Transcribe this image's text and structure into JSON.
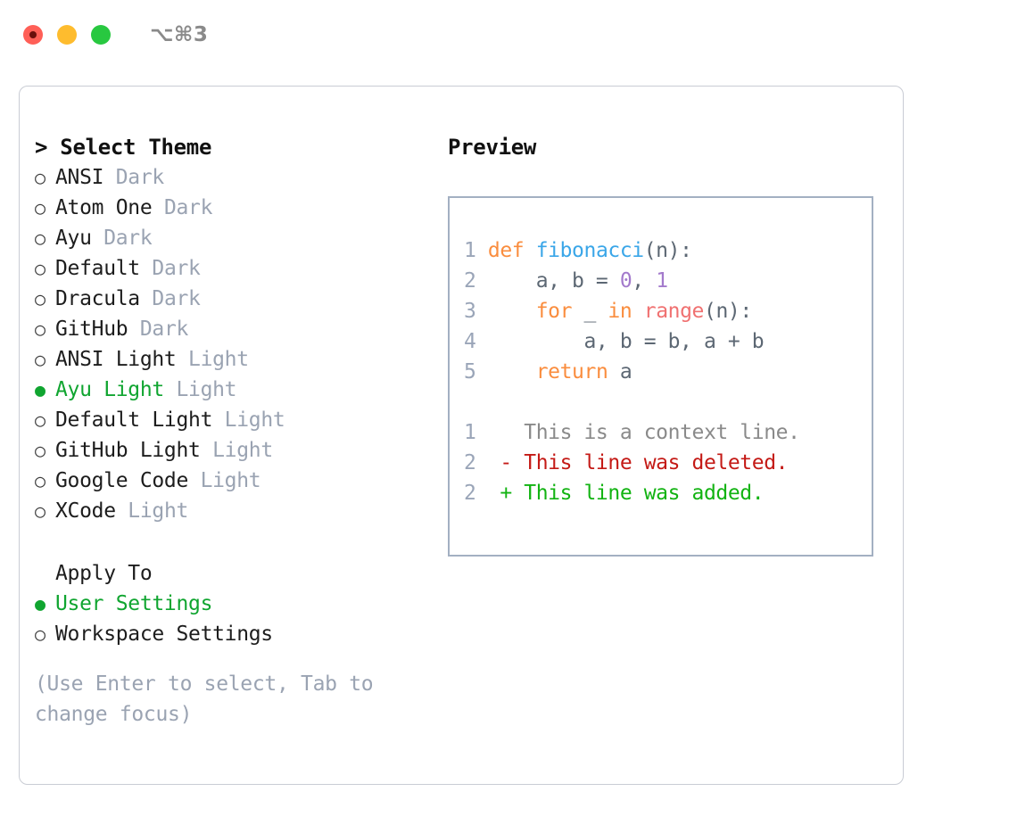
{
  "titlebar": {
    "shortcut": "⌥⌘3",
    "buttons": [
      {
        "name": "close",
        "color": "#ff5f57"
      },
      {
        "name": "minimize",
        "color": "#febc2e"
      },
      {
        "name": "zoom",
        "color": "#28c840"
      }
    ]
  },
  "theme_picker": {
    "header": "> Select Theme",
    "selected_theme": "Ayu Light",
    "accent_color": "#10a530",
    "badge_color": "#9aa3b2",
    "themes": [
      {
        "marker": "○",
        "label": "ANSI",
        "badge": "Dark",
        "selected": false
      },
      {
        "marker": "○",
        "label": "Atom One",
        "badge": "Dark",
        "selected": false
      },
      {
        "marker": "○",
        "label": "Ayu",
        "badge": "Dark",
        "selected": false
      },
      {
        "marker": "○",
        "label": "Default",
        "badge": "Dark",
        "selected": false
      },
      {
        "marker": "○",
        "label": "Dracula",
        "badge": "Dark",
        "selected": false
      },
      {
        "marker": "○",
        "label": "GitHub",
        "badge": "Dark",
        "selected": false
      },
      {
        "marker": "○",
        "label": "ANSI Light",
        "badge": "Light",
        "selected": false
      },
      {
        "marker": "●",
        "label": "Ayu Light",
        "badge": "Light",
        "selected": true
      },
      {
        "marker": "○",
        "label": "Default Light",
        "badge": "Light",
        "selected": false
      },
      {
        "marker": "○",
        "label": "GitHub Light",
        "badge": "Light",
        "selected": false
      },
      {
        "marker": "○",
        "label": "Google Code",
        "badge": "Light",
        "selected": false
      },
      {
        "marker": "○",
        "label": "XCode",
        "badge": "Light",
        "selected": false
      }
    ]
  },
  "apply_to": {
    "header": "Apply To",
    "selected": "User Settings",
    "options": [
      {
        "marker": "●",
        "label": "User Settings",
        "selected": true
      },
      {
        "marker": "○",
        "label": "Workspace Settings",
        "selected": false
      }
    ]
  },
  "hint": "(Use Enter to select, Tab to change focus)",
  "preview": {
    "header": "Preview",
    "code_lines": [
      {
        "num": "1",
        "tokens": [
          {
            "t": "def",
            "c": "kw"
          },
          {
            "t": " ",
            "c": "pl"
          },
          {
            "t": "fibonacci",
            "c": "fn"
          },
          {
            "t": "(n):",
            "c": "pl"
          }
        ]
      },
      {
        "num": "2",
        "tokens": [
          {
            "t": "    a, b = ",
            "c": "pl"
          },
          {
            "t": "0",
            "c": "num"
          },
          {
            "t": ", ",
            "c": "pl"
          },
          {
            "t": "1",
            "c": "num"
          }
        ]
      },
      {
        "num": "3",
        "tokens": [
          {
            "t": "    ",
            "c": "pl"
          },
          {
            "t": "for",
            "c": "kw"
          },
          {
            "t": " _ ",
            "c": "pl"
          },
          {
            "t": "in",
            "c": "kw"
          },
          {
            "t": " ",
            "c": "pl"
          },
          {
            "t": "range",
            "c": "bi"
          },
          {
            "t": "(n):",
            "c": "pl"
          }
        ]
      },
      {
        "num": "4",
        "tokens": [
          {
            "t": "        a, b = b, a + b",
            "c": "pl"
          }
        ]
      },
      {
        "num": "5",
        "tokens": [
          {
            "t": "    ",
            "c": "pl"
          },
          {
            "t": "return",
            "c": "kw"
          },
          {
            "t": " a",
            "c": "pl"
          }
        ]
      }
    ],
    "diff_lines": [
      {
        "num": "1",
        "marker": " ",
        "text": "This is a context line.",
        "kind": "ctx"
      },
      {
        "num": "2",
        "marker": "-",
        "text": "This line was deleted.",
        "kind": "del"
      },
      {
        "num": "2",
        "marker": "+",
        "text": "This line was added.",
        "kind": "add"
      }
    ]
  }
}
